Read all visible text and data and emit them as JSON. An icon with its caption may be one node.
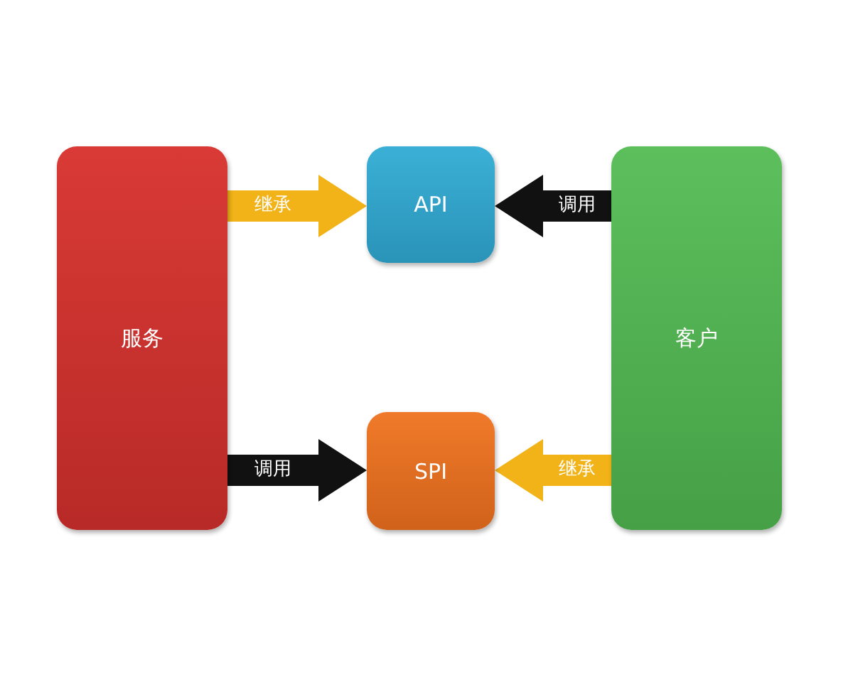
{
  "diagram": {
    "nodes": [
      {
        "text": [
          "服务"
        ]
      },
      {
        "text": [
          "API"
        ]
      },
      {
        "text": [
          "客户"
        ]
      },
      {
        "text": [
          "SPI"
        ]
      }
    ],
    "edges": [
      {
        "from": 0,
        "to": 1,
        "arrow": "to",
        "label": "继承",
        "color": "#f2b318"
      },
      {
        "from": 2,
        "to": 1,
        "arrow": "to",
        "label": "调用",
        "color": "#111111"
      },
      {
        "from": 0,
        "to": 3,
        "arrow": "to",
        "label": "调用",
        "color": "#111111"
      },
      {
        "from": 2,
        "to": 3,
        "arrow": "to",
        "label": "继承",
        "color": "#f2b318"
      }
    ]
  }
}
